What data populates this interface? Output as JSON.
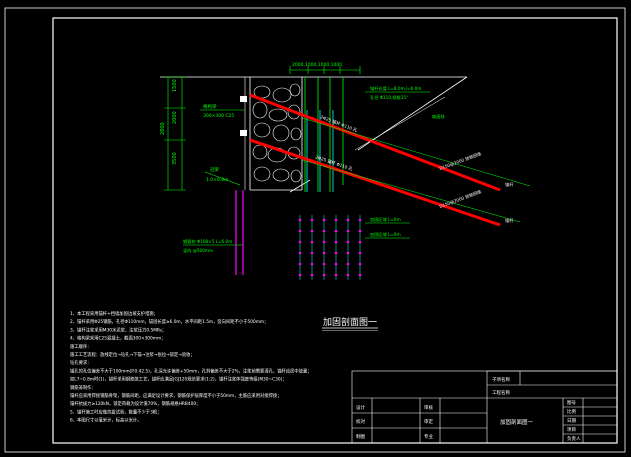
{
  "drawing": {
    "title": "加固剖面图一",
    "colors": {
      "background": "#000000",
      "frame": "#ffffff",
      "dimension": "#00ff00",
      "anchor": "#ff0000",
      "pile": "#00ffff",
      "steel": "#ff00ff",
      "text": "#ffffff",
      "note": "#ffff00"
    },
    "top_dimension": "2000,1000,1000,1000",
    "vertical_dimensions": [
      "1500",
      "2000",
      "3500",
      "2800"
    ],
    "labels": {
      "anchor_upper": "锚杆长度 L=8.0m,l=6.0m",
      "anchor_upper_2": "孔径 Φ110,倾角15°",
      "anchor_lower": "锚杆长度 L=9.0m,l=7.0m",
      "anchor_upper_tag": "锚杆",
      "anchor_lower_tag": "锚杆",
      "rod_upper": "2Φ25 锚杆 Φ110 孔",
      "rod_lower": "2Φ25 锚杆 Φ110 孔",
      "rod_upper_right": "D150@2000 放坡回填",
      "rod_lower_right": "D150@2000 放坡回填",
      "pile_label": "钢管桩 Φ108×5 L=6.0m",
      "pile_label_2": "竖向 @500mm",
      "left_label_1": "格构梁",
      "left_label_2": "300×300 C25",
      "bottom_label": "冠梁",
      "bottom_label_2": "1.0×0.8m",
      "slope_label": "坡面线",
      "mid_label_1": "加固区域 L=6m",
      "mid_label_2": "加固区域 L=9m"
    },
    "notes": [
      "1、本工程采用锚杆+挡墙加固边坡支护措施；",
      "2、锚杆采用Φ25钢筋，孔径Φ110mm，锚固长度≥6.0m，水平间距1.5m，竖向间距不小于500mm；",
      "3、锚杆注浆采用M30水泥浆，注浆压力0.5MPa；",
      "4、格构梁采用C25混凝土，截面300×300mm；",
      "   施工顺序：",
      "   施工工艺流程：放线定位→钻孔→下锚→注浆→张拉→锁定→验收；",
      "   钻孔要求：",
      "   锚孔的孔位偏差不大于100mm(P.0.42.5)，孔深允许偏差+50mm，孔斜偏差不大于2%，注浆前需要清孔，锚杆应居中放置；",
      "   如L7~0.8m时(1)，锚杆采用钢筋笼工艺，锚杆应满足JGJ120规范要求(1:2)，锚杆注浆体强度等级(M30~C30)；",
      "   钢筋笼制作：",
      "   锚杆应采用焊接钢筋骨架，钢筋间距，应满足设计要求，钢筋保护层厚度不小于50mm，主筋应采用对接焊接；",
      "   锚杆抗拔力≥120kN，锁定荷载为设计值70%，钢筋规格HRB400；",
      "5、锚杆施工时应做抗拔试验，数量不少于3根；",
      "6、本图尺寸以毫米计，标高以米计。"
    ],
    "title_block": {
      "project": "工程名称",
      "subproject": "子项名称",
      "drawing_name": "加固剖面图一",
      "rows": [
        [
          "设计",
          "",
          "审核",
          "",
          "图号",
          ""
        ],
        [
          "校对",
          "",
          "审定",
          "",
          "比例",
          ""
        ],
        [
          "制图",
          "",
          "专业",
          "",
          "日期",
          ""
        ]
      ],
      "header_row": [
        "项目",
        "",
        "负责人",
        ""
      ]
    }
  }
}
